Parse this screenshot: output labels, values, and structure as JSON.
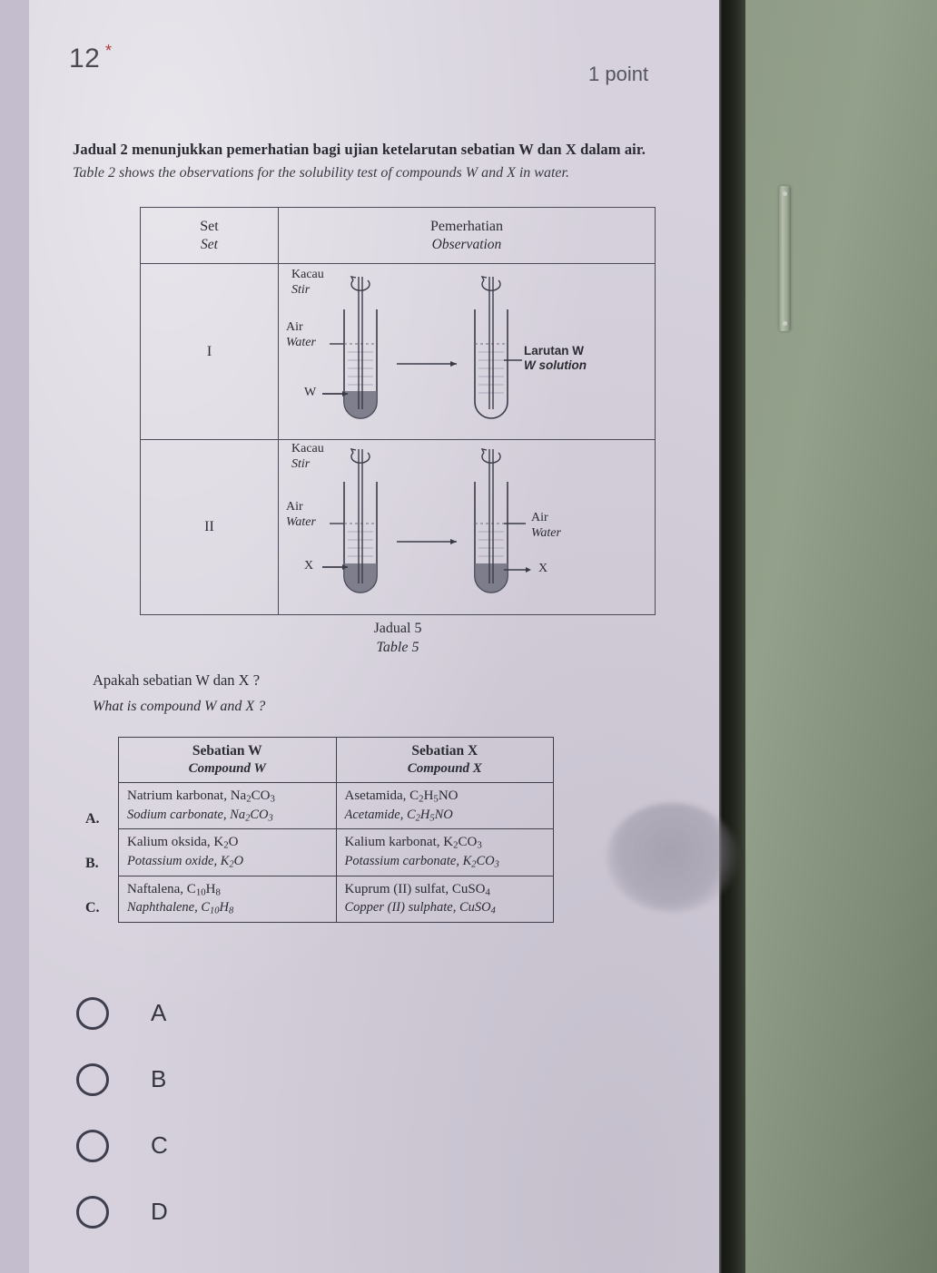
{
  "header": {
    "question_number": "12",
    "required_marker": "*",
    "points": "1 point"
  },
  "stem": {
    "bm": "Jadual 2 menunjukkan pemerhatian bagi ujian ketelarutan sebatian W dan X dalam air.",
    "en": "Table 2 shows the observations for the solubility test of compounds W and X in water."
  },
  "observation_table": {
    "headers": {
      "set_bm": "Set",
      "set_en": "Set",
      "obs_bm": "Pemerhatian",
      "obs_en": "Observation"
    },
    "rows": [
      {
        "set": "I",
        "labels": {
          "stir_bm": "Kacau",
          "stir_en": "Stir",
          "water_bm": "Air",
          "water_en": "Water",
          "solid": "W",
          "result_bm": "Larutan W",
          "result_en": "W solution"
        }
      },
      {
        "set": "II",
        "labels": {
          "stir_bm": "Kacau",
          "stir_en": "Stir",
          "water_bm": "Air",
          "water_en": "Water",
          "solid": "X",
          "right_water_bm": "Air",
          "right_water_en": "Water",
          "right_solid": "X"
        }
      }
    ],
    "caption_bm": "Jadual 5",
    "caption_en": "Table 5"
  },
  "question": {
    "bm": "Apakah sebatian W dan X ?",
    "en": "What is compound W and X ?"
  },
  "answer_table": {
    "headers": {
      "w_bm": "Sebatian W",
      "w_en": "Compound W",
      "x_bm": "Sebatian X",
      "x_en": "Compound X"
    },
    "rows": [
      {
        "letter": "A.",
        "w_bm": "Natrium karbonat, Na2CO3",
        "w_en": "Sodium carbonate, Na2CO3",
        "x_bm": "Asetamida, C2H5NO",
        "x_en": "Acetamide, C2H5NO"
      },
      {
        "letter": "B.",
        "w_bm": "Kalium oksida, K2O",
        "w_en": "Potassium oxide, K2O",
        "x_bm": "Kalium karbonat, K2CO3",
        "x_en": "Potassium carbonate, K2CO3"
      },
      {
        "letter": "C.",
        "w_bm": "Naftalena, C10H8",
        "w_en": "Naphthalene, C10H8",
        "x_bm": "Kuprum (II) sulfat, CuSO4",
        "x_en": "Copper (II) sulphate, CuSO4"
      }
    ]
  },
  "choices": [
    {
      "label": "A",
      "selected": false
    },
    {
      "label": "B",
      "selected": false
    },
    {
      "label": "C",
      "selected": false
    },
    {
      "label": "D",
      "selected": false
    }
  ],
  "colors": {
    "paper": "#d6d1dc",
    "ink": "#2b2b33",
    "required_star": "#b03a3a",
    "wall": "#8f9b86",
    "frame": "#1d2019"
  }
}
